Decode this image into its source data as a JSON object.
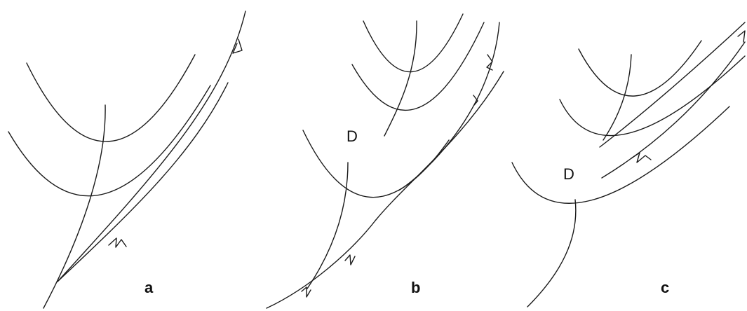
{
  "panels": [
    {
      "id": "a",
      "label": "a",
      "marker": ""
    },
    {
      "id": "b",
      "label": "b",
      "marker": "D"
    },
    {
      "id": "c",
      "label": "c",
      "marker": "D"
    }
  ],
  "colors": {
    "line": "#1a1a1a",
    "background": "#ffffff"
  }
}
